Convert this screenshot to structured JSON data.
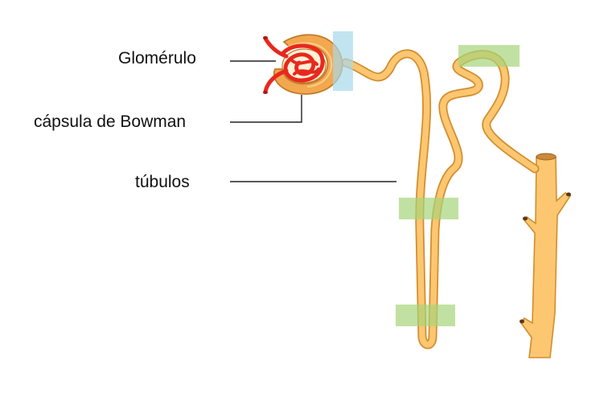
{
  "labels": {
    "glomerulo": "Glomérulo",
    "capsula": "cápsula de Bowman",
    "tubulos": "túbulos"
  },
  "colors": {
    "tubule_fill": "#FDC670",
    "tubule_edge": "#D18E2E",
    "capsule_fill": "#F2A84E",
    "capsule_edge": "#C27A27",
    "vessel_red": "#E8281E",
    "vessel_dark": "#B0150F",
    "highlight_blue": "#A8D8EA",
    "highlight_green": "#A6D47A",
    "leader_line": "#222222"
  }
}
